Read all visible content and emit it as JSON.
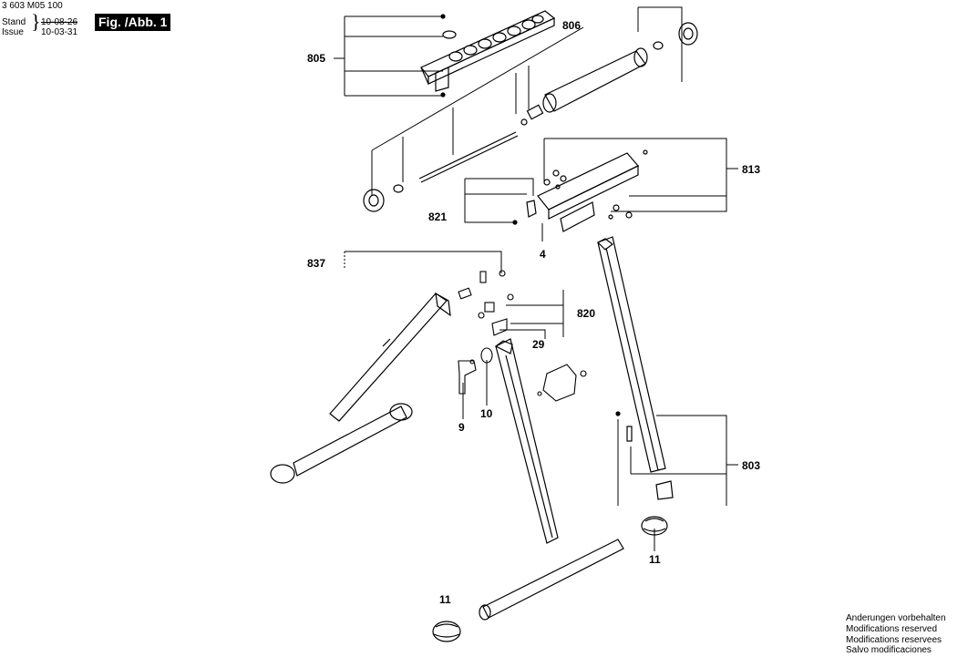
{
  "header": {
    "doc_number": "3 603 M05 100",
    "stand_label": "Stand",
    "issue_label": "Issue",
    "old_date": "10-08-26",
    "new_date": "10-03-31",
    "fig_label": "Fig. /Abb. 1"
  },
  "part_labels": {
    "p805": "805",
    "p806": "806",
    "p813": "813",
    "p821": "821",
    "p4": "4",
    "p837": "837",
    "p820": "820",
    "p29": "29",
    "p9": "9",
    "p10": "10",
    "p803": "803",
    "p11a": "11",
    "p11b": "11"
  },
  "notes": [
    "Anderungen vorbehalten",
    "Modifications reserved",
    "Modifications reservees",
    "Salvo modificaciones"
  ]
}
